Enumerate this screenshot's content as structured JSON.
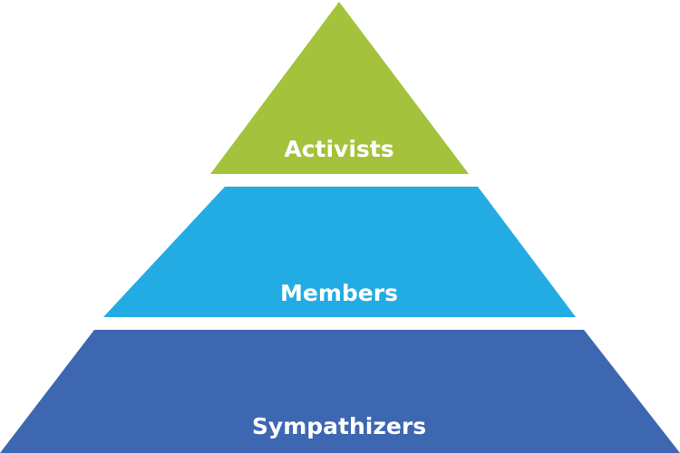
{
  "pyramid": {
    "tiers": [
      {
        "label": "Activists",
        "color": "#a4c23b"
      },
      {
        "label": "Members",
        "color": "#22ace3"
      },
      {
        "label": "Sympathizers",
        "color": "#3d67b1"
      }
    ],
    "background": "#ffffff"
  }
}
